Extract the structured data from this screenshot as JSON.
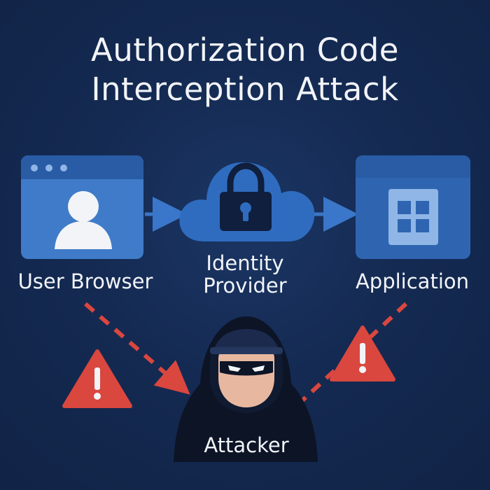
{
  "title": {
    "line1": "Authorization Code",
    "line2": "Interception Attack"
  },
  "nodes": {
    "user_browser": {
      "label": "User Browser",
      "icon": "user-avatar-icon"
    },
    "identity_provider": {
      "label_line1": "Identity",
      "label_line2": "Provider",
      "icon": "padlock-icon"
    },
    "application": {
      "label": "Application",
      "icon": "app-grid-icon"
    },
    "attacker": {
      "label": "Attacker",
      "icon": "hooded-hacker-icon"
    }
  },
  "colors": {
    "background": "#142a52",
    "panel": "#2f65b0",
    "panel_light": "#4d8bd6",
    "arrow": "#3a76c9",
    "attack_path": "#d9473f",
    "warning": "#d9473f",
    "text": "#f2f4f8"
  }
}
